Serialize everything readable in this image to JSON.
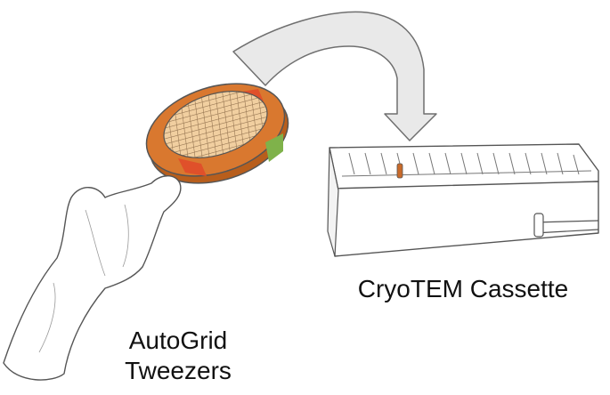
{
  "labels": {
    "cassette": "CryoTEM Cassette",
    "tweezers_line1": "AutoGrid",
    "tweezers_line2": "Tweezers"
  },
  "colors": {
    "ring": "#d9782f",
    "ring_dark": "#b85e1c",
    "mesh_fill": "#f1cfa0",
    "mesh_line": "#7a5a3a",
    "marker_red": "#e0502a",
    "marker_green": "#7fb24a",
    "arrow_fill": "#e9e9e9",
    "arrow_stroke": "#6f6f6f",
    "line": "#555555",
    "clip": "#c96a2a"
  },
  "icons": {
    "arrow": "curved-transfer-arrow-icon",
    "grid": "autogrid-disc-icon",
    "cassette": "cassette-icon",
    "tweezers": "tweezers-hand-icon"
  }
}
